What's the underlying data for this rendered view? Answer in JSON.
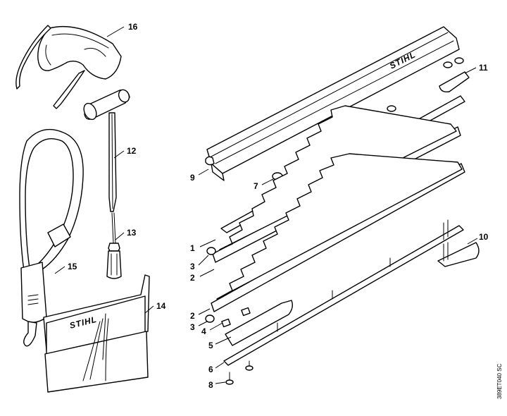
{
  "callouts": {
    "c1": "1",
    "c2a": "2",
    "c2b": "2",
    "c3a": "3",
    "c3b": "3",
    "c4": "4",
    "c5": "5",
    "c6": "6",
    "c7": "7",
    "c8": "8",
    "c9": "9",
    "c10": "10",
    "c11": "11",
    "c12": "12",
    "c13": "13",
    "c14": "14",
    "c15": "15",
    "c16": "16"
  },
  "logos": {
    "gearbox_logo": "STIHL",
    "pouch_logo": "STIHL"
  },
  "drawing_reference": "389ET040 SC"
}
